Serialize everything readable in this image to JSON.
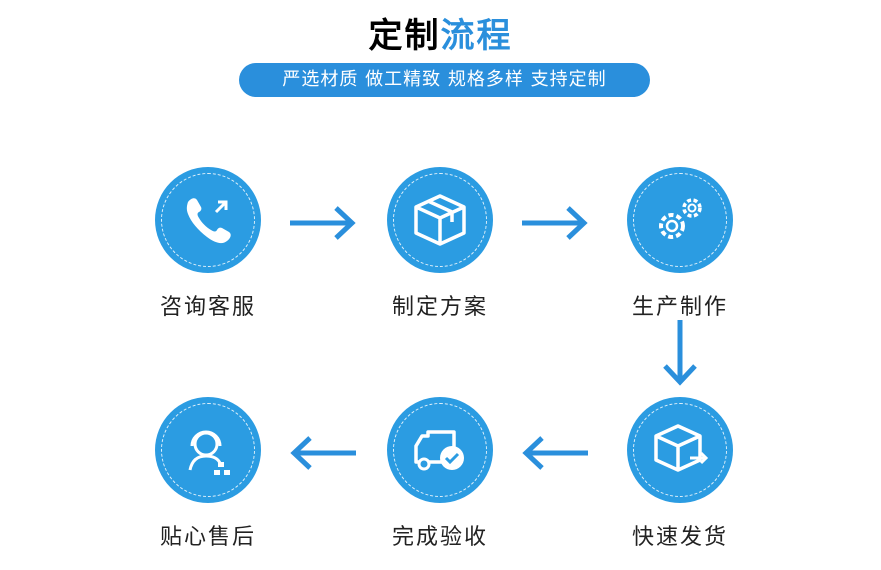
{
  "title": {
    "black": "定制",
    "blue": "流程"
  },
  "subtitle": "严选材质 做工精致 规格多样 支持定制",
  "steps": [
    {
      "label": "咨询客服",
      "icon": "phone-icon"
    },
    {
      "label": "制定方案",
      "icon": "box-icon"
    },
    {
      "label": "生产制作",
      "icon": "gears-icon"
    },
    {
      "label": "快速发货",
      "icon": "shipping-box-icon"
    },
    {
      "label": "完成验收",
      "icon": "truck-check-icon"
    },
    {
      "label": "贴心售后",
      "icon": "customer-service-icon"
    }
  ],
  "colors": {
    "accent": "#2a8fdc",
    "circle": "#2b9ce2",
    "arrow": "#2a8fdc"
  }
}
